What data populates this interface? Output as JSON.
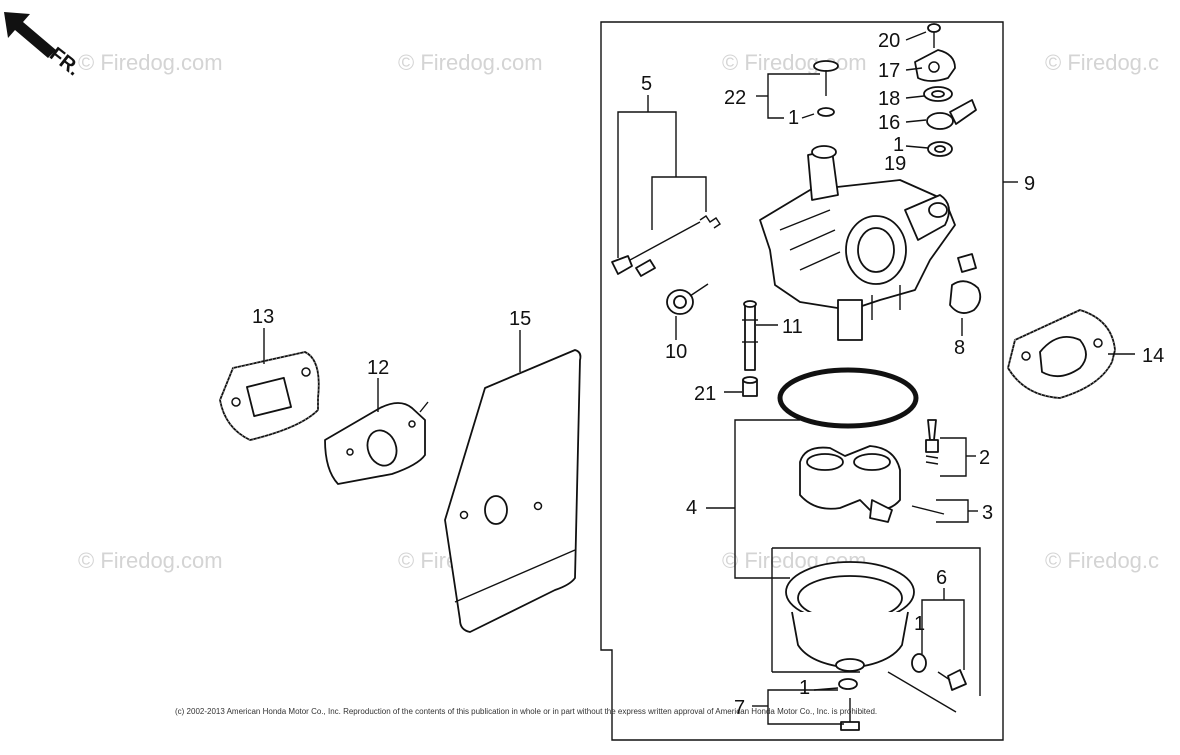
{
  "direction_label": "FR.",
  "watermarks": [
    "© Firedog.com",
    "© Firedog.com",
    "© Firedog.com",
    "© Firedog.c",
    "© Firedog.com",
    "© Firedog.com",
    "© Firedog.com",
    "© Firedog.c"
  ],
  "callouts": {
    "c20": "20",
    "c17": "17",
    "c18": "18",
    "c16": "16",
    "c1a": "1",
    "c19": "19",
    "c22": "22",
    "c1b": "1",
    "c5": "5",
    "c9": "9",
    "c13": "13",
    "c12": "12",
    "c15": "15",
    "c14": "14",
    "c11": "11",
    "c10": "10",
    "c8": "8",
    "c21": "21",
    "c2": "2",
    "c4": "4",
    "c3": "3",
    "c6": "6",
    "c1c": "1",
    "c7": "7",
    "c1d": "1"
  },
  "copyright": "(c) 2002-2013 American Honda Motor Co., Inc. Reproduction of the contents of this publication in whole or in part without the express written approval of American Honda Motor Co., Inc. is prohibited."
}
